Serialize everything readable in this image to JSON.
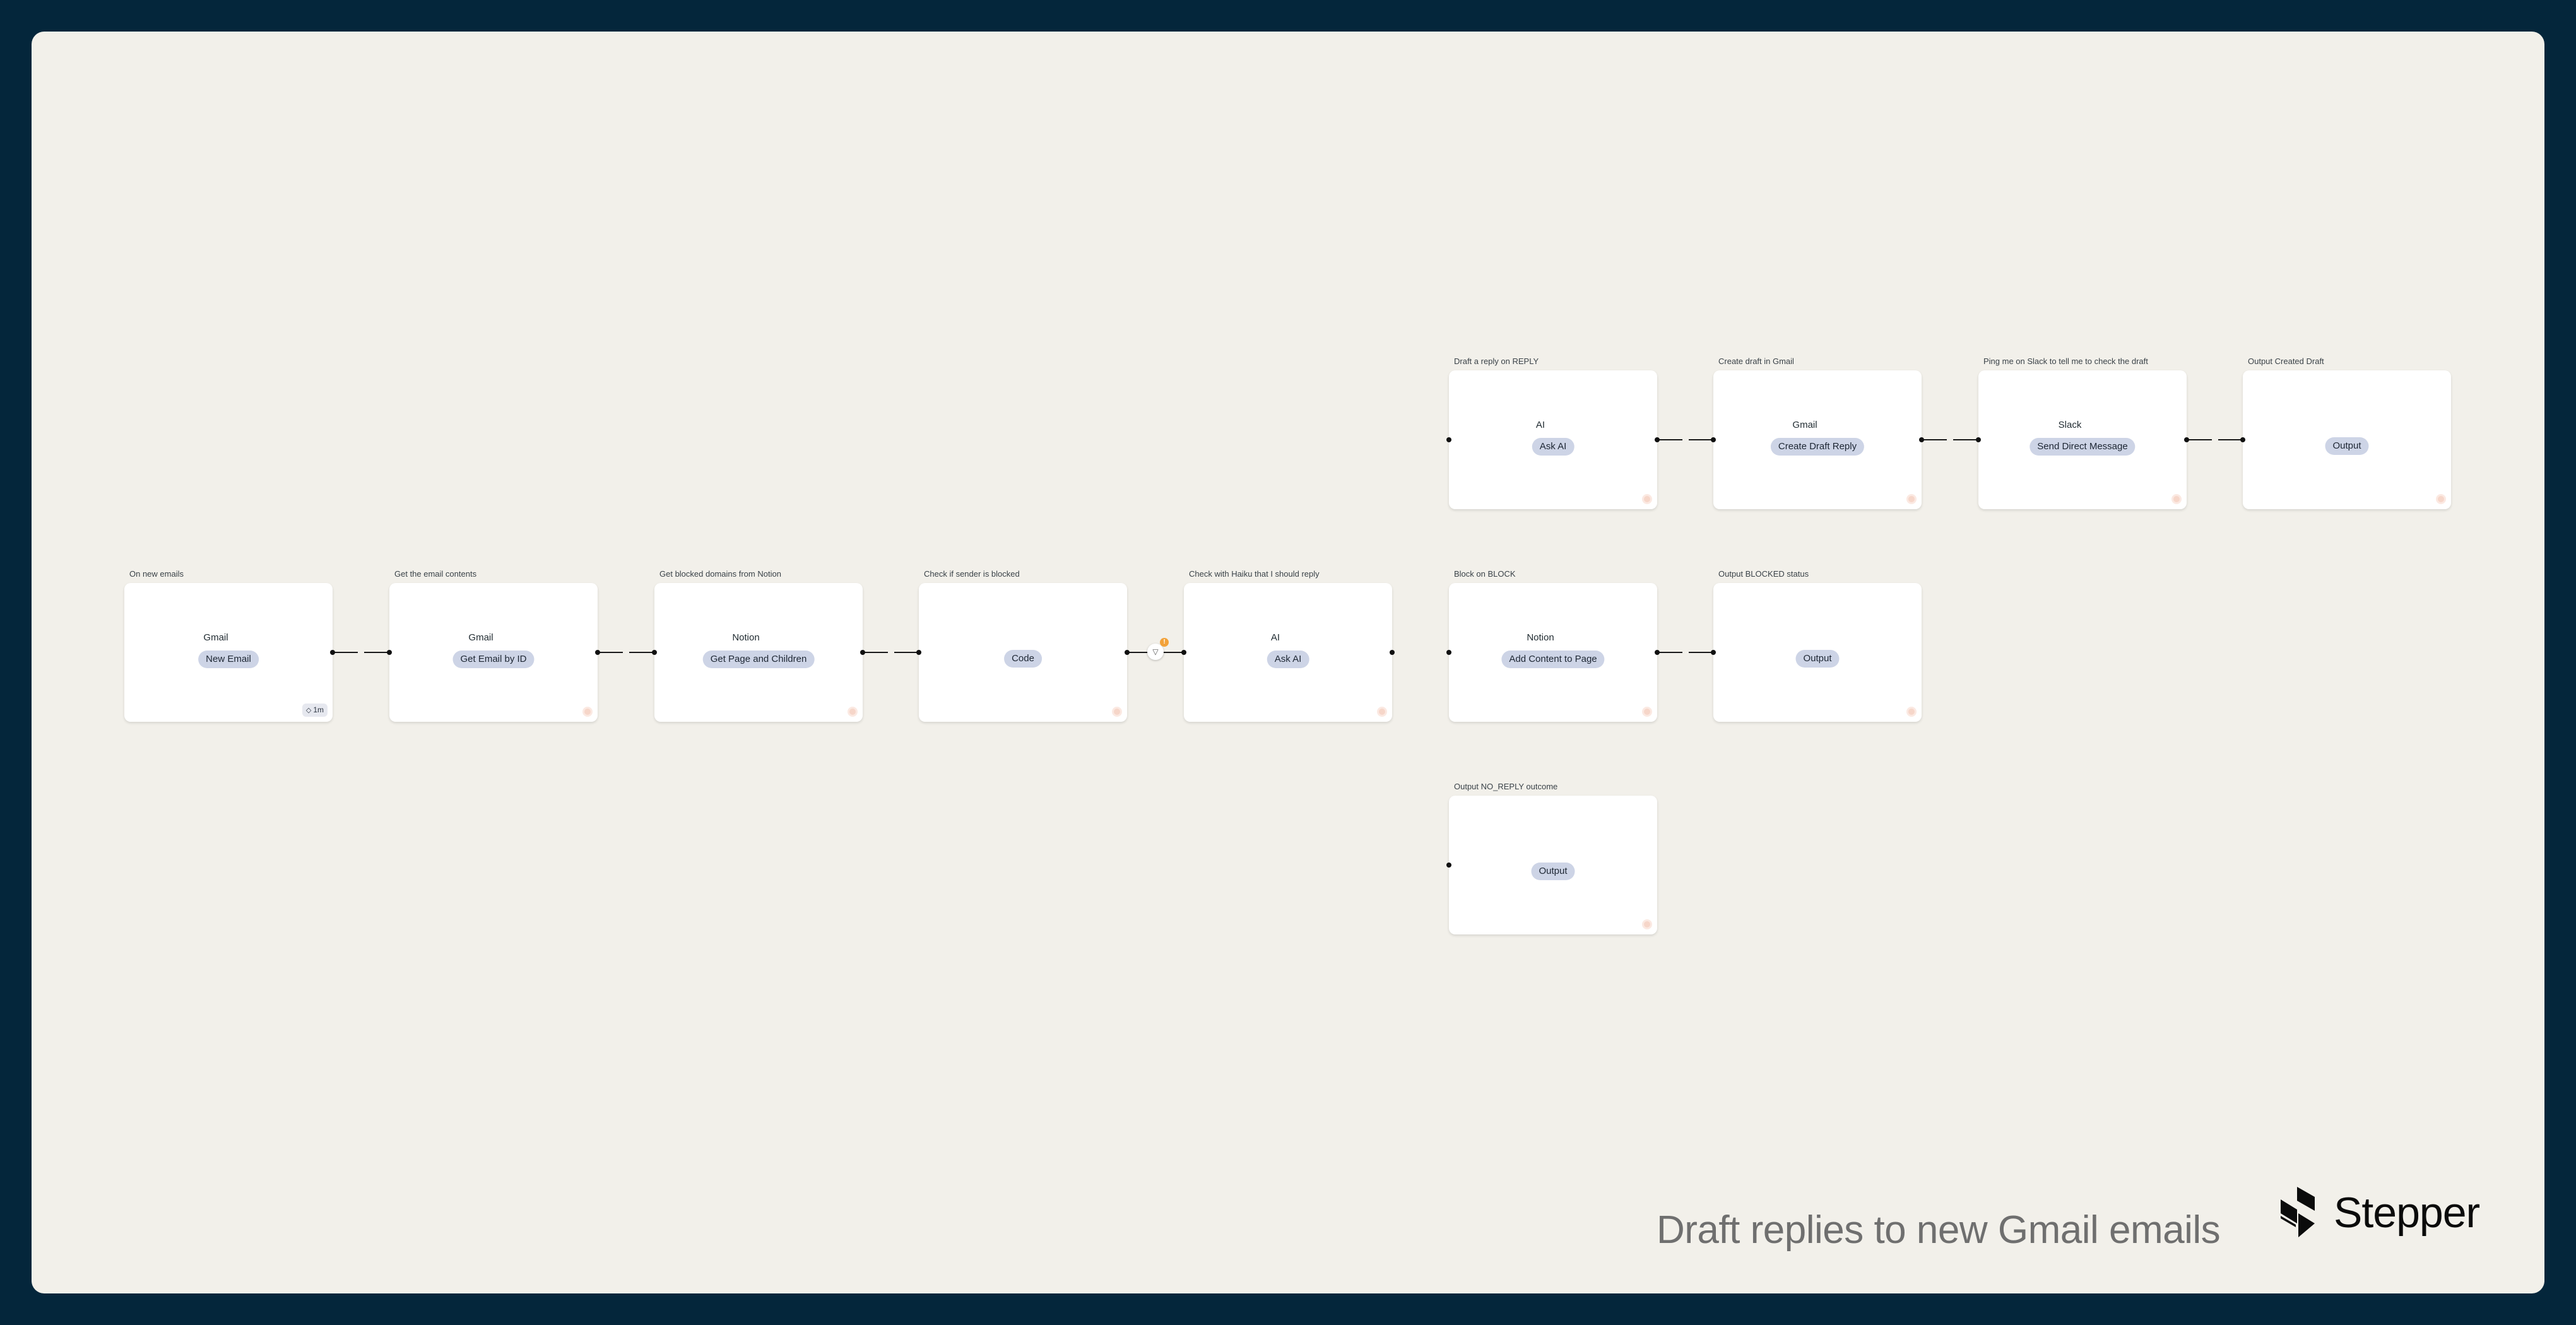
{
  "flow": {
    "title": "Draft replies to new Gmail emails",
    "brand": "Stepper",
    "colors": {
      "frame": "#04263b",
      "canvas": "#f2f0ea",
      "pill": "#cdd4e6",
      "alert": "#f2a23a"
    }
  },
  "nodes": {
    "n1": {
      "label": "On new emails",
      "app": "Gmail",
      "action": "New Email",
      "badge": "1m",
      "badge_icon": "refresh-icon"
    },
    "n2": {
      "label": "Get the email contents",
      "app": "Gmail",
      "action": "Get Email by ID"
    },
    "n3": {
      "label": "Get blocked domains from Notion",
      "app": "Notion",
      "action": "Get Page and Children"
    },
    "n4": {
      "label": "Check if sender is blocked",
      "app": "",
      "action": "Code"
    },
    "n5": {
      "label": "Check with Haiku that I should reply",
      "app": "AI",
      "action": "Ask AI"
    },
    "n6": {
      "label": "Draft a reply on REPLY",
      "app": "AI",
      "action": "Ask AI"
    },
    "n7": {
      "label": "Create draft in Gmail",
      "app": "Gmail",
      "action": "Create Draft Reply"
    },
    "n8": {
      "label": "Ping me on Slack to tell me to check the draft",
      "app": "Slack",
      "action": "Send Direct Message"
    },
    "n9": {
      "label": "Output Created Draft",
      "app": "",
      "action": "Output"
    },
    "n10": {
      "label": "Block on BLOCK",
      "app": "Notion",
      "action": "Add Content to Page"
    },
    "n11": {
      "label": "Output BLOCKED status",
      "app": "",
      "action": "Output"
    },
    "n12": {
      "label": "Output NO_REPLY outcome",
      "app": "",
      "action": "Output"
    }
  },
  "filter": {
    "icon": "filter-icon",
    "alert": "!"
  }
}
